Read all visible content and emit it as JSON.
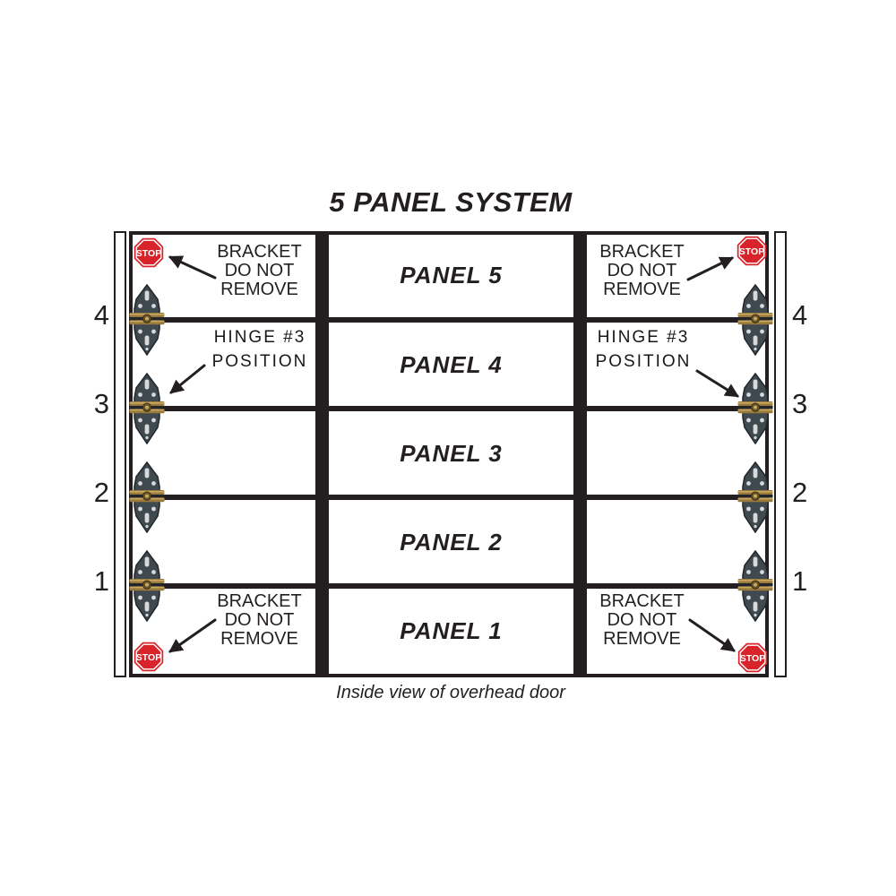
{
  "title": "5 PANEL SYSTEM",
  "caption": "Inside view of overhead door",
  "panels": [
    "PANEL 5",
    "PANEL 4",
    "PANEL 3",
    "PANEL 2",
    "PANEL 1"
  ],
  "track_numbers": [
    "4",
    "3",
    "2",
    "1"
  ],
  "notes": {
    "bracket": {
      "line1": "BRACKET",
      "line2": "DO NOT",
      "line3": "REMOVE"
    },
    "hinge": {
      "line1": "HINGE #3",
      "line2": "POSITION"
    }
  },
  "stop_sign": {
    "label": "STOP"
  },
  "colors": {
    "ink": "#231f20",
    "stop_red": "#d8232a",
    "paper": "#ffffff",
    "hinge_body": "#3f4950",
    "hinge_brass": "#9a7a3c"
  }
}
